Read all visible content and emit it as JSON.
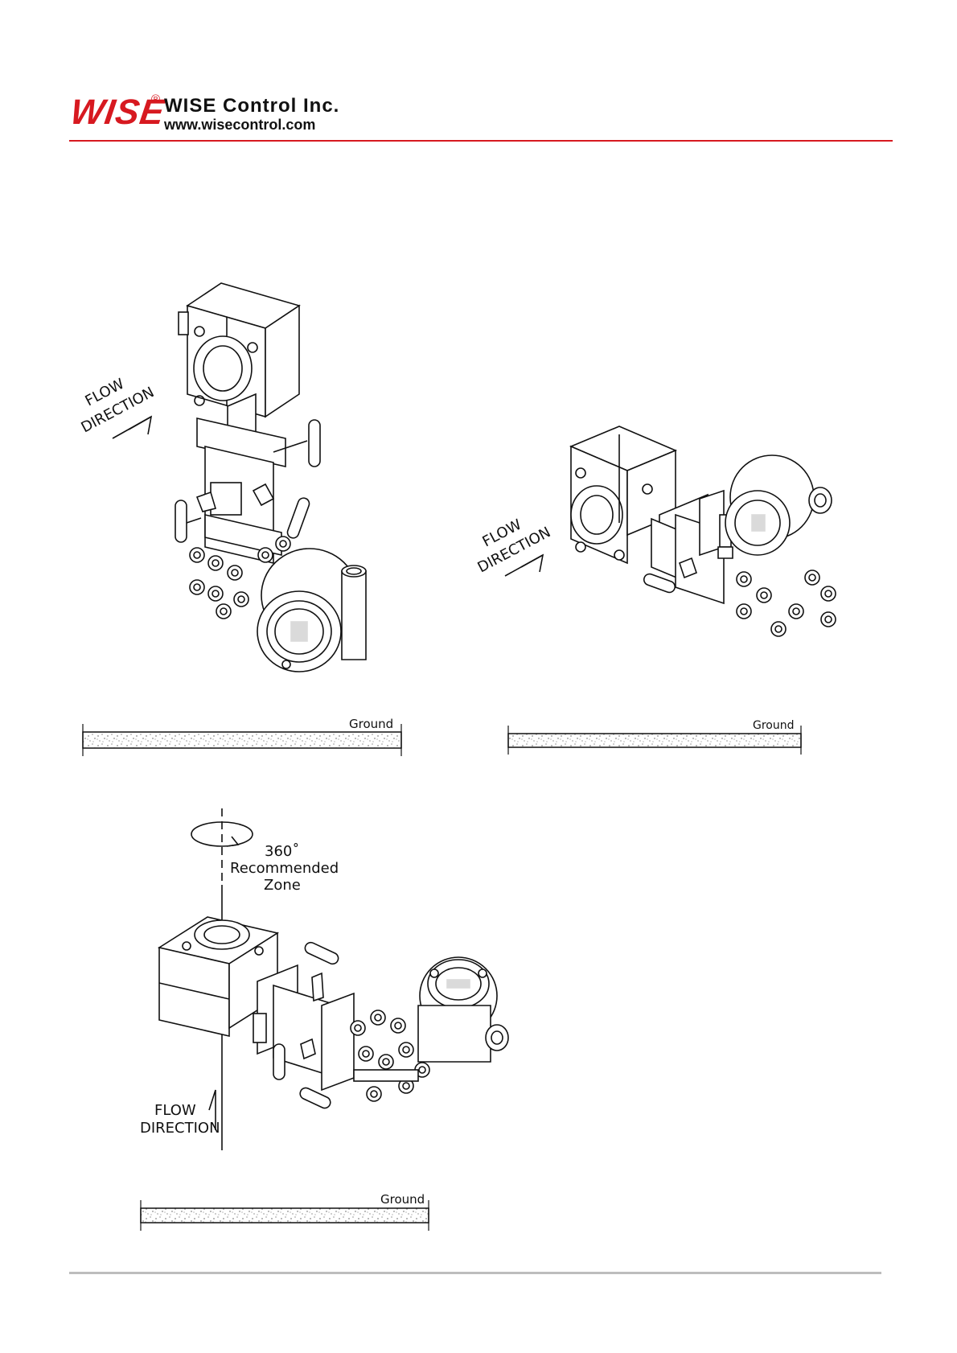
{
  "header": {
    "logo_text": "WISE",
    "registered_mark": "®",
    "company_name": "WISE Control Inc.",
    "website": "www.wisecontrol.com"
  },
  "figures": {
    "vertical": {
      "flow_line1": "FLOW",
      "flow_line2": "DIRECTION",
      "ground": "Ground"
    },
    "horizontal": {
      "flow_line1": "FLOW",
      "flow_line2": "DIRECTION",
      "ground": "Ground"
    },
    "rotating": {
      "zone_line1": "360˚",
      "zone_line2": "Recommended",
      "zone_line3": "Zone",
      "flow_line1": "FLOW",
      "flow_line2": "DIRECTION",
      "ground": "Ground"
    }
  }
}
